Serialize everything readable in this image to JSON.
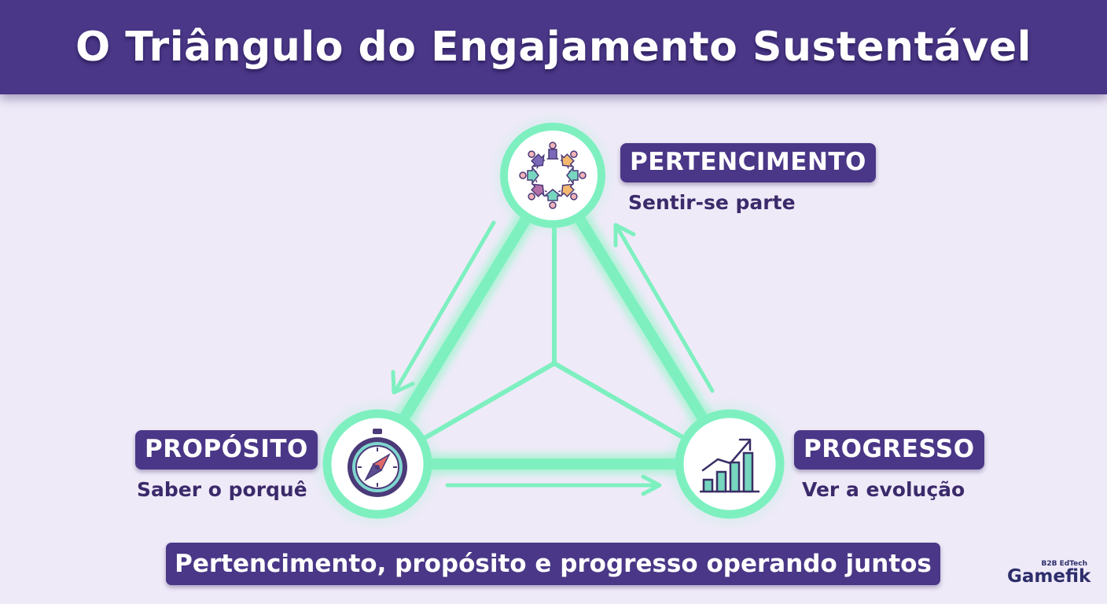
{
  "header": {
    "title": "O Triângulo do Engajamento Sustentável"
  },
  "nodes": {
    "top": {
      "label": "PERTENCIMENTO",
      "caption": "Sentir-se parte",
      "icon": "community-circle-icon"
    },
    "left": {
      "label": "PROPÓSITO",
      "caption": "Saber o porquê",
      "icon": "compass-icon"
    },
    "right": {
      "label": "PROGRESSO",
      "caption": "Ver a evolução",
      "icon": "growth-chart-icon"
    }
  },
  "footer": {
    "text": "Pertencimento, propósito e progresso operando juntos"
  },
  "brand": {
    "tagline": "B2B EdTech",
    "name": "Gamefik"
  },
  "colors": {
    "header_bg": "#4a3787",
    "accent_mint": "#7ef0c0",
    "mint_glow": "#b5f5da",
    "background": "#efeaf8",
    "text_dark": "#3b2a6b"
  }
}
